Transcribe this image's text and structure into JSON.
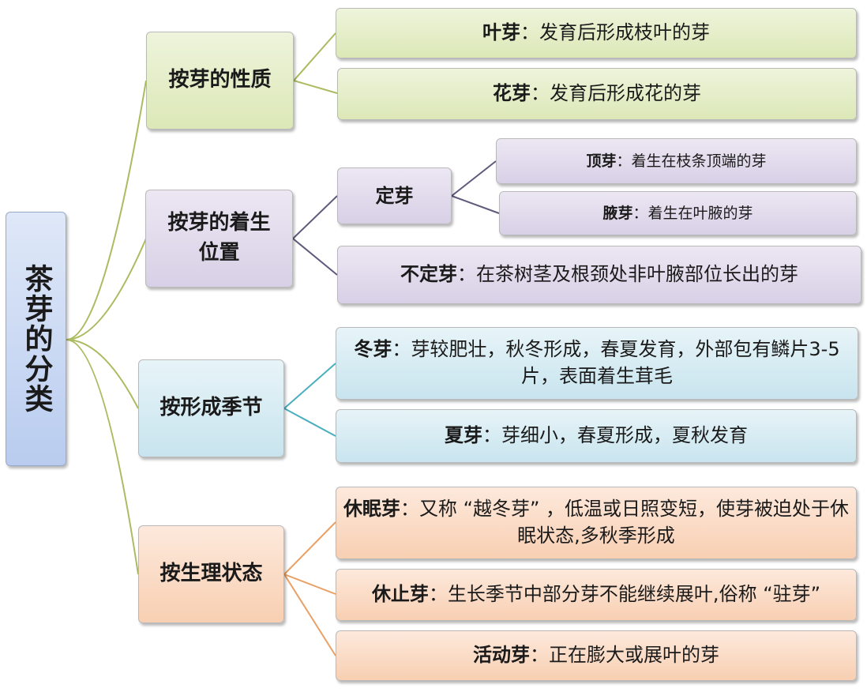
{
  "root": {
    "title": "茶芽的分类"
  },
  "branches": [
    {
      "label": "按芽的性质",
      "leaves": [
        {
          "key": "叶芽",
          "sep": "：",
          "desc": "发育后形成枝叶的芽"
        },
        {
          "key": "花芽",
          "sep": "：",
          "desc": "发育后形成花的芽"
        }
      ]
    },
    {
      "label_line1": "按芽的着生",
      "label_line2": "位置",
      "sub": {
        "label": "定芽",
        "leaves": [
          {
            "key": "顶芽",
            "sep": "：",
            "desc": "着生在枝条顶端的芽"
          },
          {
            "key": "腋芽",
            "sep": "：",
            "desc": "着生在叶腋的芽"
          }
        ]
      },
      "leaves": [
        {
          "key": "不定芽",
          "sep": "：",
          "desc": "在茶树茎及根颈处非叶腋部位长出的芽"
        }
      ]
    },
    {
      "label": "按形成季节",
      "leaves": [
        {
          "key": "冬芽",
          "sep": "：",
          "desc": "芽较肥壮，秋冬形成，春夏发育，外部包有鳞片3-5片，表面着生茸毛"
        },
        {
          "key": "夏芽",
          "sep": "：",
          "desc": "芽细小，春夏形成，夏秋发育"
        }
      ]
    },
    {
      "label": "按生理状态",
      "leaves": [
        {
          "key": "休眠芽",
          "sep": "：",
          "desc": "又称 “越冬芽” ，低温或日照变短，使芽被迫处于休眠状态,多秋季形成"
        },
        {
          "key": "休止芽",
          "sep": "：",
          "desc": "生长季节中部分芽不能继续展叶,俗称 “驻芽”"
        },
        {
          "key": "活动芽",
          "sep": "：",
          "desc": "正在膨大或展叶的芽"
        }
      ]
    }
  ],
  "colors": {
    "line_green": "#aabb60",
    "line_purple": "#5f5a7c",
    "line_blue": "#4aaebe",
    "line_orange": "#e9a064"
  }
}
